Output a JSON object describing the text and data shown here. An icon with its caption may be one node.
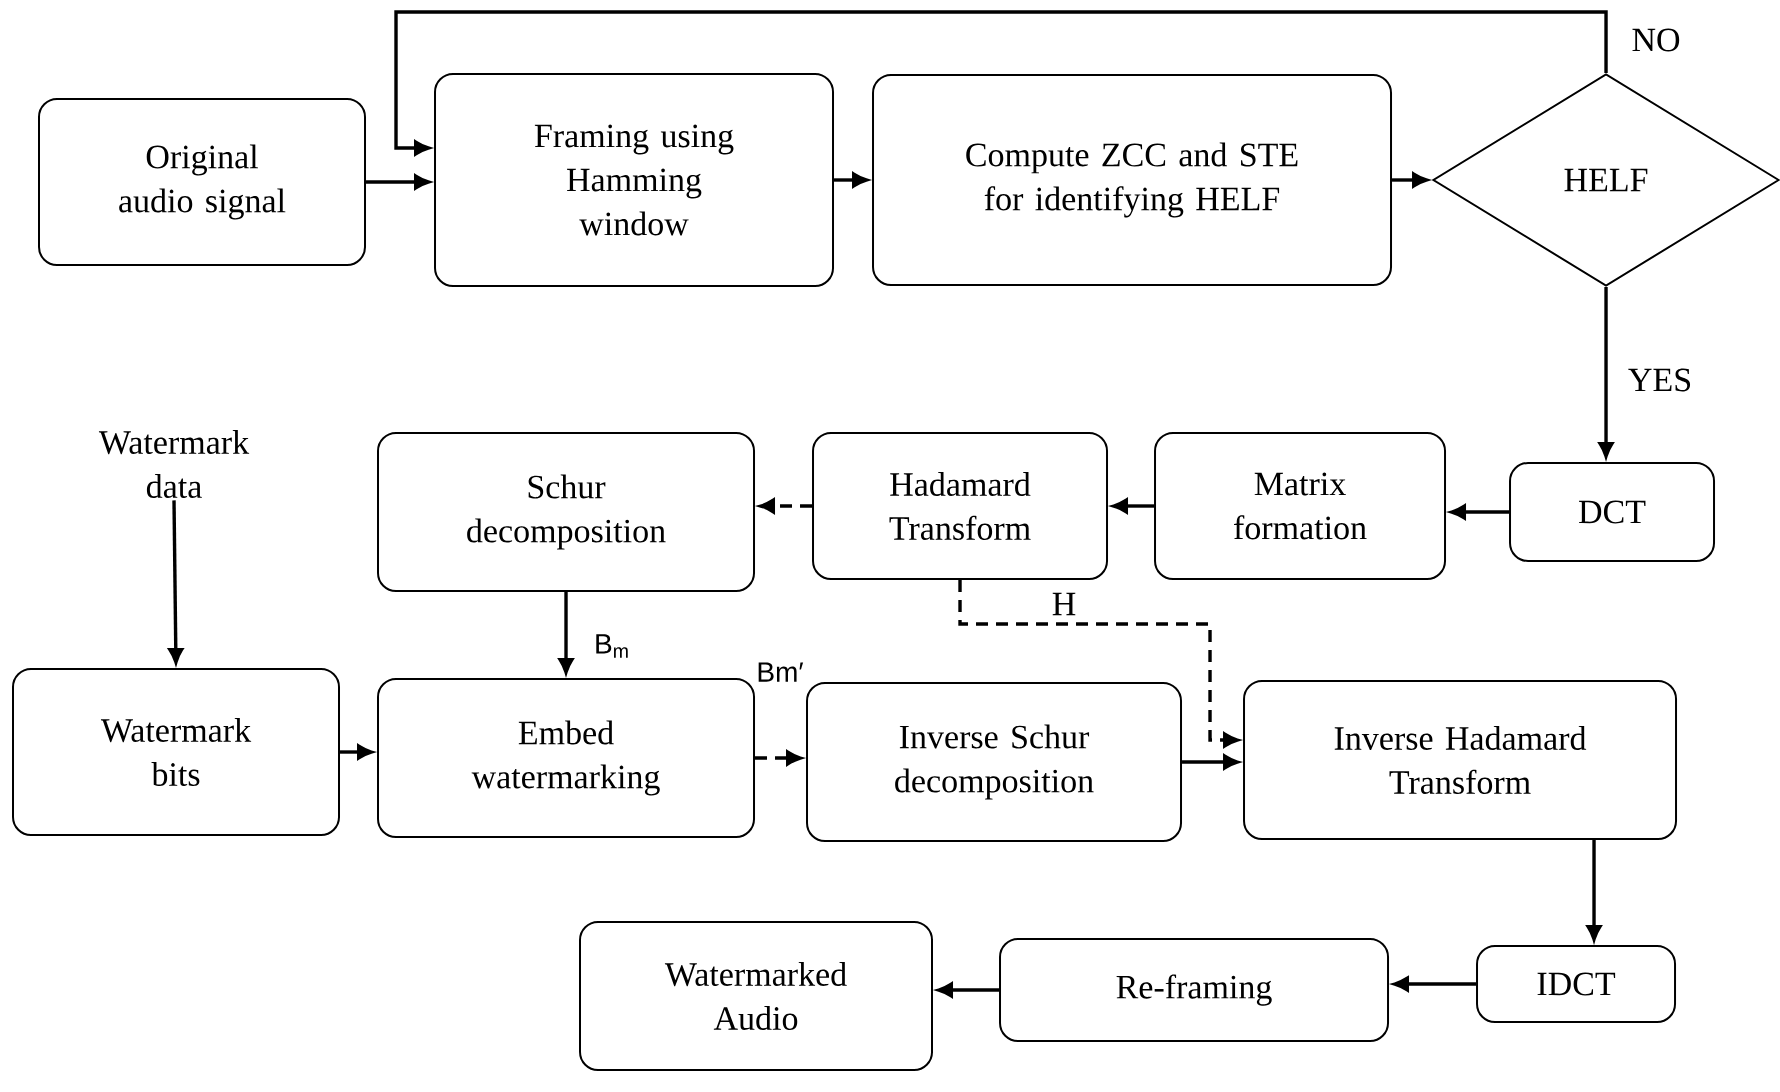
{
  "diagram": {
    "nodes": [
      {
        "text": [
          "Original audio signal"
        ]
      },
      {
        "text": [
          "Framing using Hamming window"
        ]
      },
      {
        "text": [
          "Compute ZCC and STE for identifying HELF"
        ]
      },
      {
        "text": [
          "HELF"
        ]
      },
      {
        "text": [
          "DCT"
        ]
      },
      {
        "text": [
          "Matrix formation"
        ]
      },
      {
        "text": [
          "Hadamard Transform"
        ]
      },
      {
        "text": [
          "Schur decomposition"
        ]
      },
      {
        "text": [
          "Watermark data"
        ]
      },
      {
        "text": [
          "Watermark bits"
        ]
      },
      {
        "text": [
          "Embed watermarking"
        ]
      },
      {
        "text": [
          "Inverse Schur decomposition"
        ]
      },
      {
        "text": [
          "Inverse Hadamard Transform"
        ]
      },
      {
        "text": [
          "IDCT"
        ]
      },
      {
        "text": [
          "Re-framing"
        ]
      },
      {
        "text": [
          "Watermarked Audio"
        ]
      }
    ],
    "edges": [
      {
        "from": 0,
        "to": 1,
        "arrow": "to"
      },
      {
        "from": 1,
        "to": 2,
        "arrow": "to"
      },
      {
        "from": 2,
        "to": 3,
        "arrow": "to"
      },
      {
        "from": 3,
        "to": 1,
        "arrow": "to",
        "label": "NO"
      },
      {
        "from": 3,
        "to": 4,
        "arrow": "to",
        "label": "YES"
      },
      {
        "from": 4,
        "to": 5,
        "arrow": "to"
      },
      {
        "from": 5,
        "to": 6,
        "arrow": "to"
      },
      {
        "from": 6,
        "to": 7,
        "arrow": "to",
        "style": "dashed"
      },
      {
        "from": 7,
        "to": 10,
        "arrow": "to",
        "label": "B$_{m}$"
      },
      {
        "from": 8,
        "to": 9,
        "arrow": "to"
      },
      {
        "from": 9,
        "to": 10,
        "arrow": "to"
      },
      {
        "from": 10,
        "to": 11,
        "arrow": "to",
        "style": "dashed",
        "label": "Bm′"
      },
      {
        "from": 6,
        "to": 12,
        "arrow": "to",
        "style": "dashed",
        "label": "H"
      },
      {
        "from": 11,
        "to": 12,
        "arrow": "to"
      },
      {
        "from": 12,
        "to": 13,
        "arrow": "to"
      },
      {
        "from": 13,
        "to": 14,
        "arrow": "to"
      },
      {
        "from": 14,
        "to": 15,
        "arrow": "to"
      }
    ]
  }
}
